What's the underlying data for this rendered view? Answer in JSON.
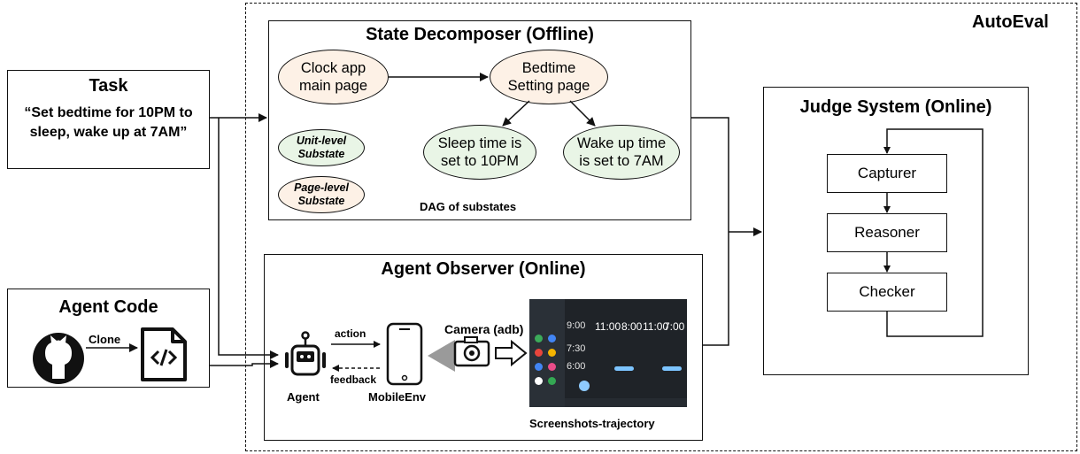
{
  "autoeval": {
    "label": "AutoEval"
  },
  "task": {
    "title": "Task",
    "line1": "“Set bedtime for 10PM to",
    "line2": "sleep, wake up at 7AM”"
  },
  "agent_code": {
    "title": "Agent Code",
    "clone_label": "Clone"
  },
  "state_decomposer": {
    "title": "State Decomposer (Offline)",
    "nodes": [
      {
        "line1": "Clock app",
        "line2": "main page"
      },
      {
        "line1": "Bedtime",
        "line2": "Setting page"
      },
      {
        "line1": "Sleep time is",
        "line2": "set to 10PM"
      },
      {
        "line1": "Wake up time",
        "line2": "is set to 7AM"
      }
    ],
    "legend": [
      {
        "line1": "Unit-level",
        "line2": "Substate"
      },
      {
        "line1": "Page-level",
        "line2": "Substate"
      }
    ],
    "dag_label": "DAG of substates"
  },
  "agent_observer": {
    "title": "Agent Observer (Online)",
    "action_label": "action",
    "feedback_label": "feedback",
    "agent_label": "Agent",
    "mobileenv_label": "MobileEnv",
    "camera_label": "Camera (adb)",
    "screenshots_label": "Screenshots-trajectory",
    "screen_times": [
      "9:00",
      "7:30",
      "6:00",
      "11:00",
      "8:00",
      "11:00",
      "7:00"
    ]
  },
  "judge": {
    "title": "Judge System (Online)",
    "steps": [
      "Capturer",
      "Reasoner",
      "Checker"
    ]
  },
  "colors": {
    "cream": "#fdf1e6",
    "mint": "#e9f5e6",
    "screen": "#1f2328"
  }
}
